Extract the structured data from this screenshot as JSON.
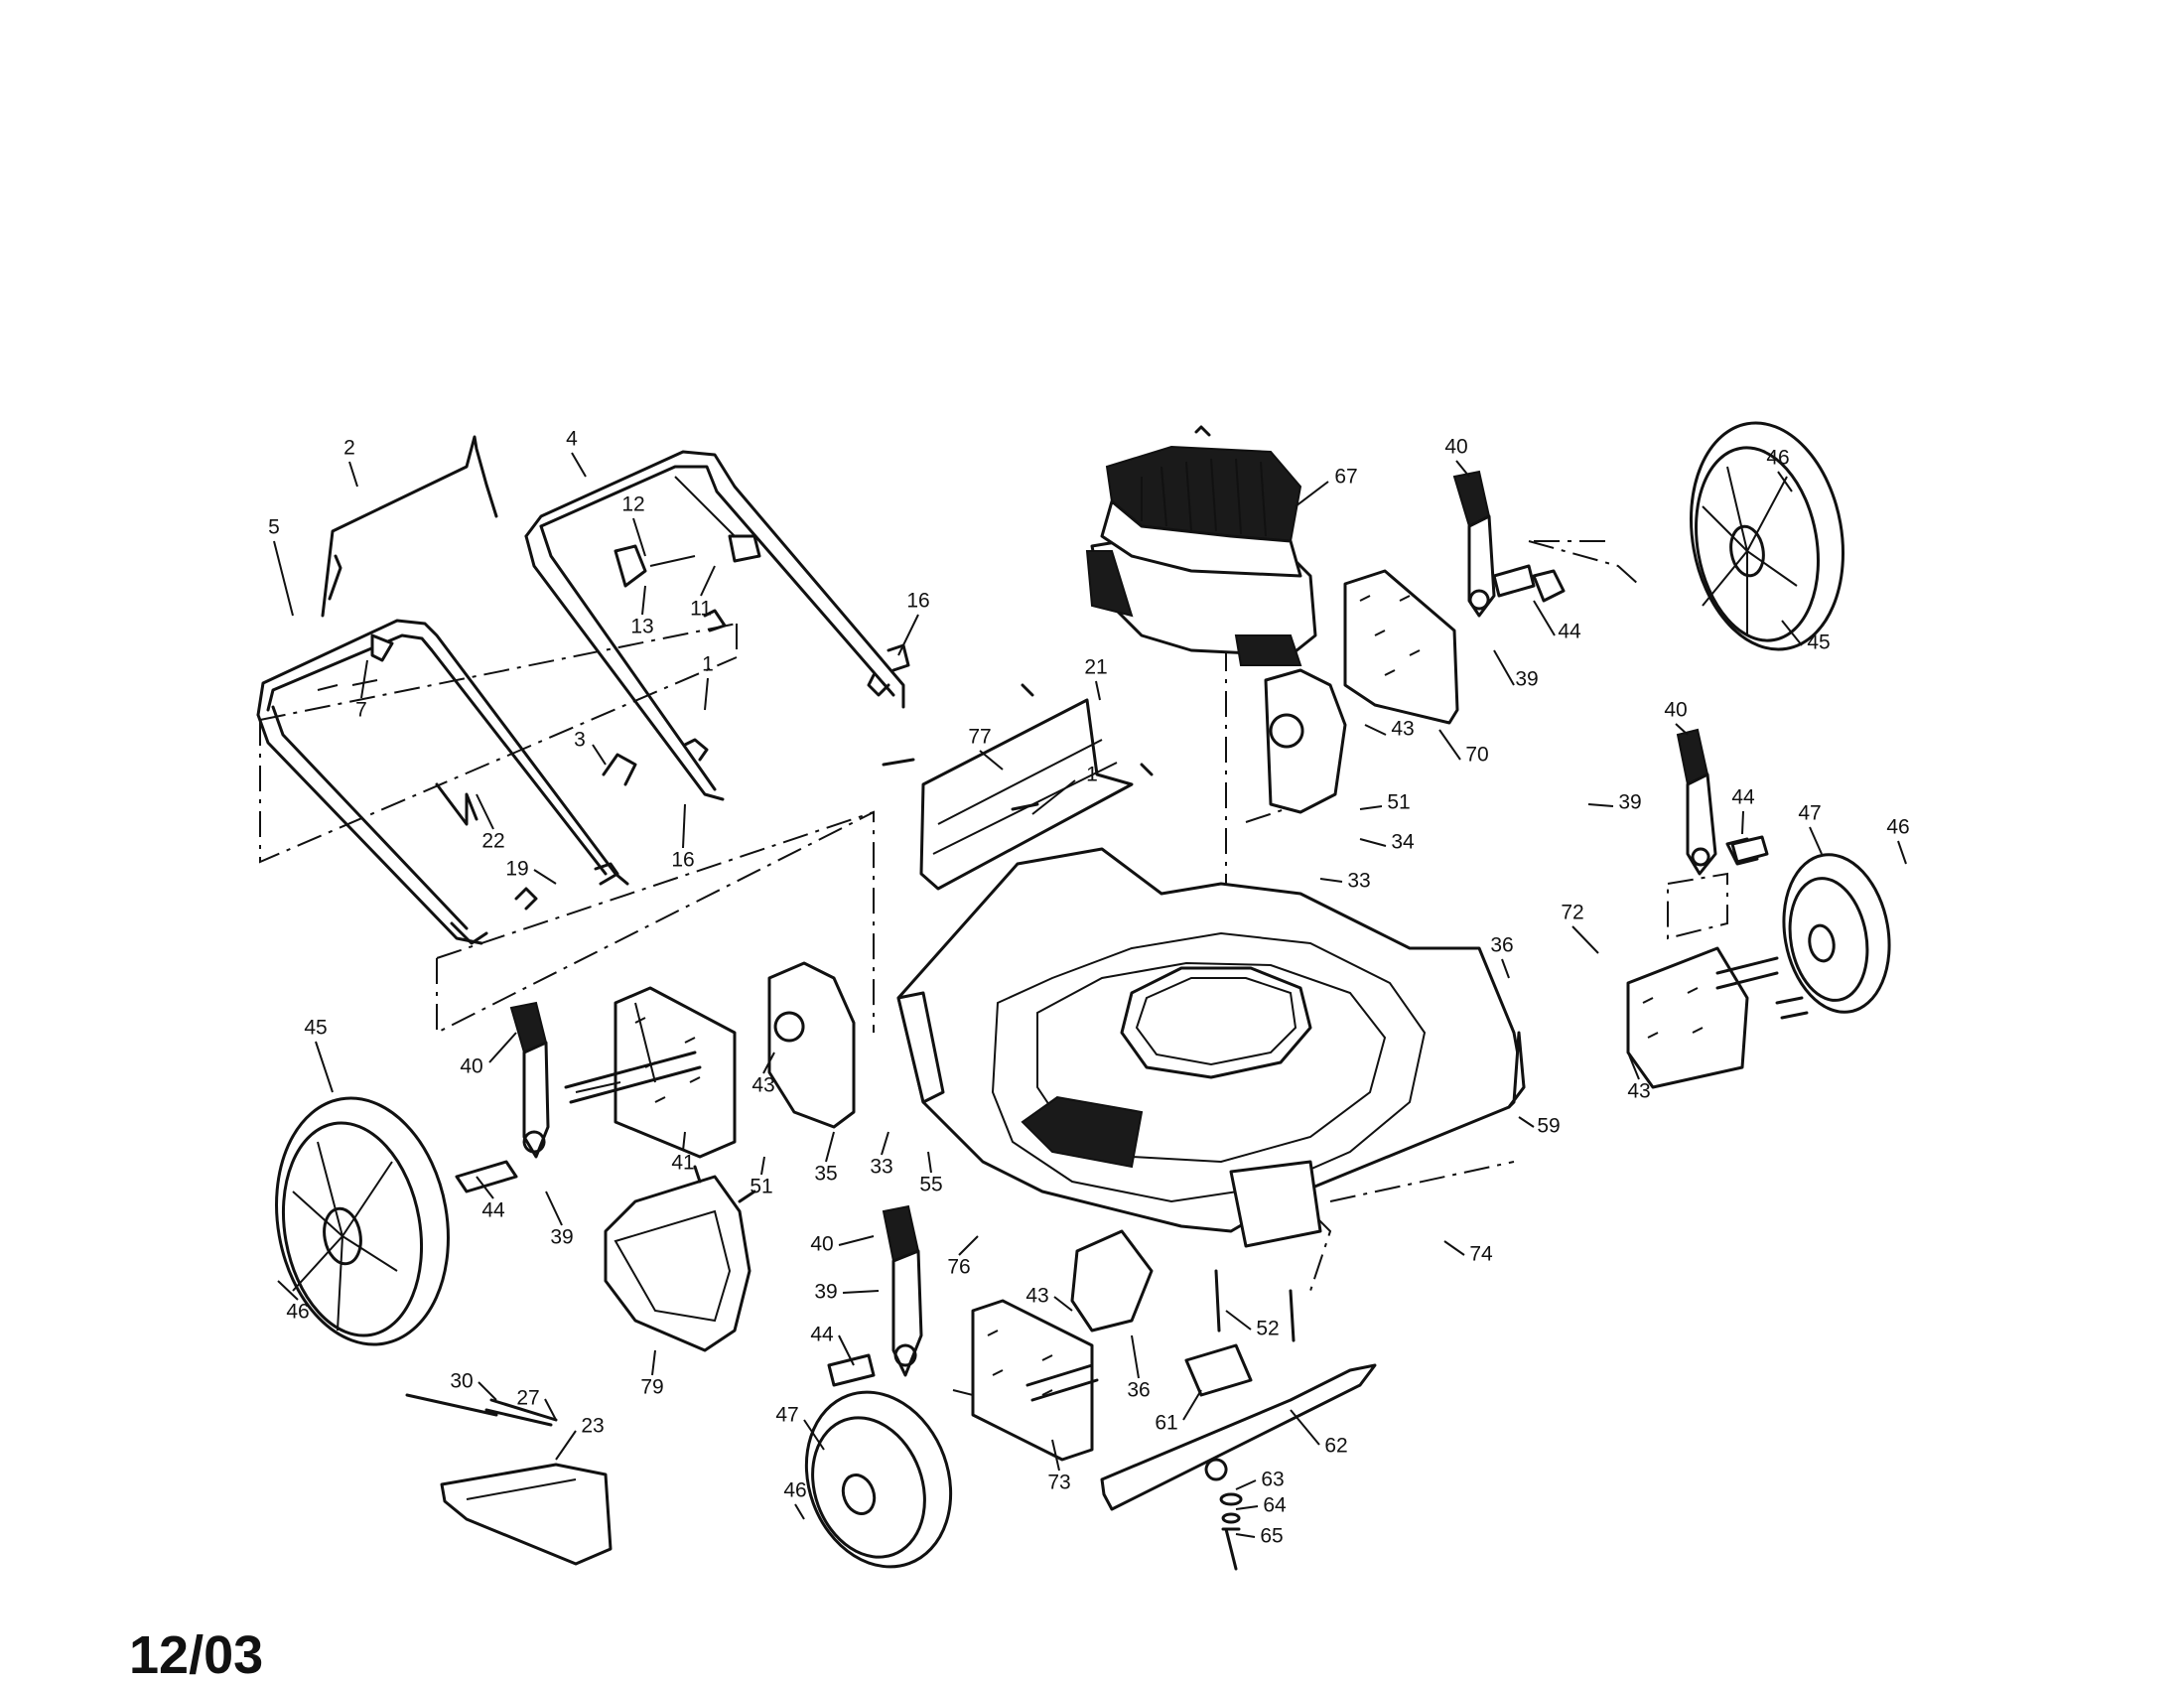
{
  "diagram_date": "12/03",
  "callouts": [
    {
      "label": "2"
    },
    {
      "label": "4"
    },
    {
      "label": "12"
    },
    {
      "label": "67"
    },
    {
      "label": "40"
    },
    {
      "label": "46"
    },
    {
      "label": "5"
    },
    {
      "label": "13"
    },
    {
      "label": "11"
    },
    {
      "label": "16"
    },
    {
      "label": "44"
    },
    {
      "label": "45"
    },
    {
      "label": "7"
    },
    {
      "label": "1"
    },
    {
      "label": "21"
    },
    {
      "label": "39"
    },
    {
      "label": "77"
    },
    {
      "label": "43"
    },
    {
      "label": "70"
    },
    {
      "label": "40"
    },
    {
      "label": "3"
    },
    {
      "label": "1"
    },
    {
      "label": "51"
    },
    {
      "label": "39"
    },
    {
      "label": "44"
    },
    {
      "label": "47"
    },
    {
      "label": "46"
    },
    {
      "label": "22"
    },
    {
      "label": "16"
    },
    {
      "label": "34"
    },
    {
      "label": "19"
    },
    {
      "label": "33"
    },
    {
      "label": "72"
    },
    {
      "label": "36"
    },
    {
      "label": "45"
    },
    {
      "label": "40"
    },
    {
      "label": "43"
    },
    {
      "label": "41"
    },
    {
      "label": "35"
    },
    {
      "label": "33"
    },
    {
      "label": "43"
    },
    {
      "label": "51"
    },
    {
      "label": "55"
    },
    {
      "label": "59"
    },
    {
      "label": "44"
    },
    {
      "label": "39"
    },
    {
      "label": "74"
    },
    {
      "label": "46"
    },
    {
      "label": "40"
    },
    {
      "label": "76"
    },
    {
      "label": "39"
    },
    {
      "label": "43"
    },
    {
      "label": "52"
    },
    {
      "label": "44"
    },
    {
      "label": "36"
    },
    {
      "label": "79"
    },
    {
      "label": "61"
    },
    {
      "label": "62"
    },
    {
      "label": "30"
    },
    {
      "label": "27"
    },
    {
      "label": "23"
    },
    {
      "label": "47"
    },
    {
      "label": "73"
    },
    {
      "label": "63"
    },
    {
      "label": "46"
    },
    {
      "label": "64"
    },
    {
      "label": "65"
    }
  ]
}
